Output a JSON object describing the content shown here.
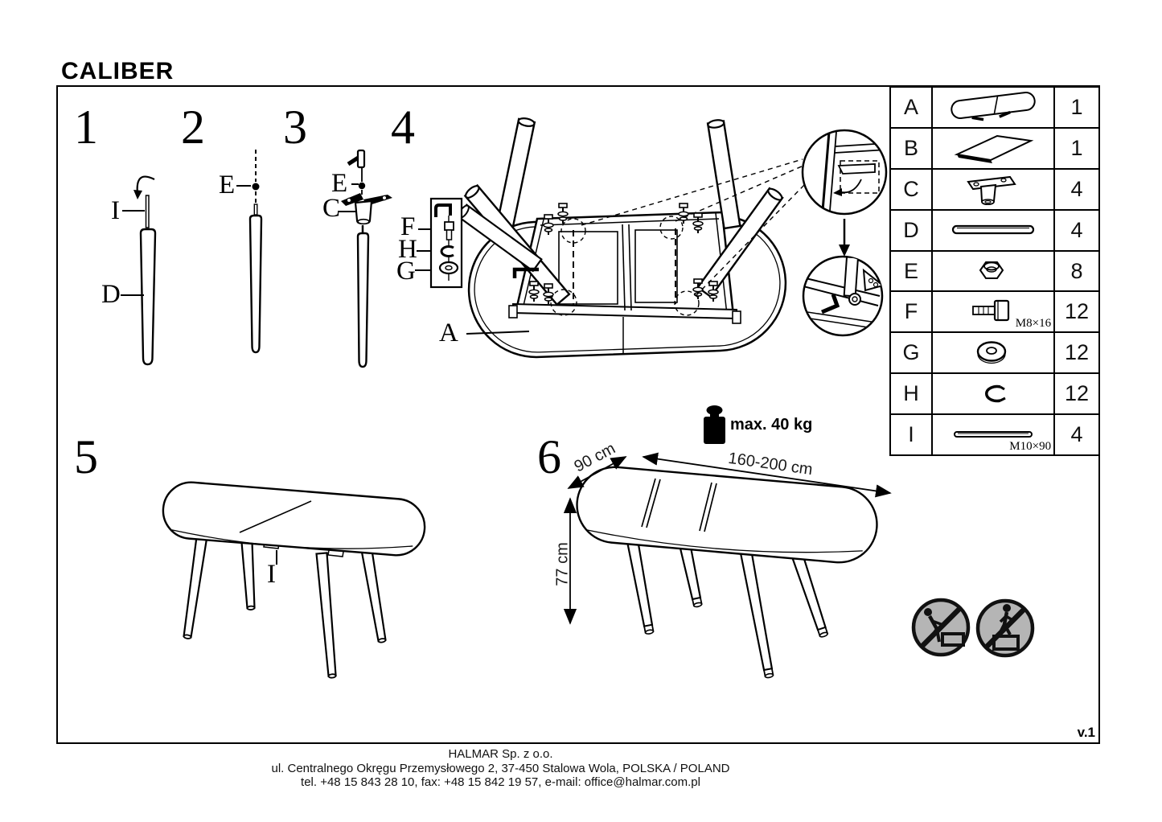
{
  "title": "CALIBER",
  "version": "v.1",
  "steps": {
    "s1": "1",
    "s2": "2",
    "s3": "3",
    "s4": "4",
    "s5": "5",
    "s6": "6"
  },
  "callouts": {
    "step1_rod": "I",
    "step1_leg": "D",
    "step2_nut": "E",
    "step3_nut": "E",
    "step3_bracket": "C",
    "step4_bolt": "F",
    "step4_lockwasher": "H",
    "step4_washer": "G",
    "step4_tabletop": "A",
    "step5_mechanism": "I"
  },
  "dimensions": {
    "depth": "90 cm",
    "length": "160-200 cm",
    "height": "77 cm"
  },
  "max_load": {
    "label": "max. 40 kg",
    "icon": "weight-icon"
  },
  "parts_table": {
    "rows": [
      {
        "id": "A",
        "qty": "1",
        "icon": "tabletop-icon",
        "spec": ""
      },
      {
        "id": "B",
        "qty": "1",
        "icon": "extension-leaf-icon",
        "spec": ""
      },
      {
        "id": "C",
        "qty": "4",
        "icon": "leg-mount-bracket-icon",
        "spec": ""
      },
      {
        "id": "D",
        "qty": "4",
        "icon": "leg-icon",
        "spec": ""
      },
      {
        "id": "E",
        "qty": "8",
        "icon": "nut-icon",
        "spec": ""
      },
      {
        "id": "F",
        "qty": "12",
        "icon": "bolt-icon",
        "spec": "M8×16"
      },
      {
        "id": "G",
        "qty": "12",
        "icon": "washer-icon",
        "spec": ""
      },
      {
        "id": "H",
        "qty": "12",
        "icon": "spring-washer-icon",
        "spec": ""
      },
      {
        "id": "I",
        "qty": "4",
        "icon": "threaded-rod-icon",
        "spec": "M10×90"
      }
    ]
  },
  "warning_icons": [
    "do-not-push-icon",
    "do-not-climb-icon"
  ],
  "footer": {
    "company": "HALMAR Sp. z o.o.",
    "address": "ul. Centralnego Okręgu Przemysłowego 2, 37-450 Stalowa Wola, POLSKA / POLAND",
    "contact": "tel. +48 15 843 28 10, fax: +48 15 842 19 57, e-mail: office@halmar.com.pl"
  }
}
